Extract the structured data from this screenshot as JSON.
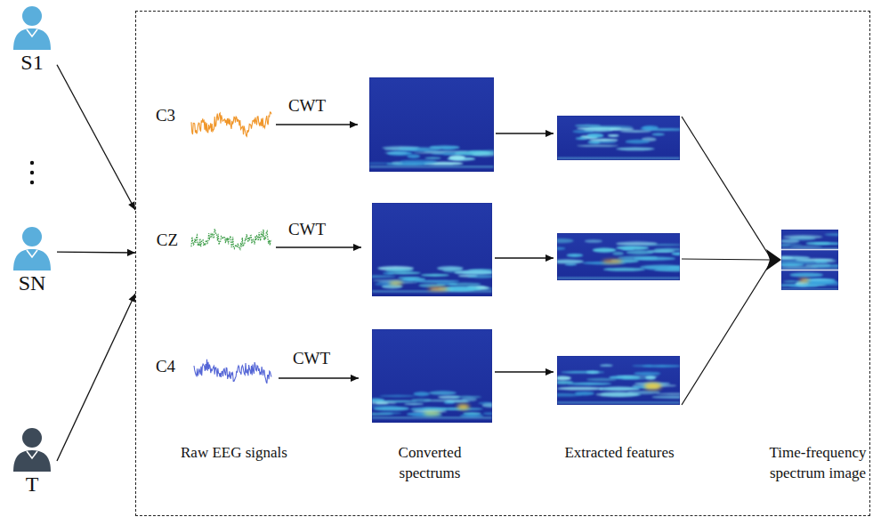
{
  "diagram": {
    "nodes": [
      {
        "text": [
          "S1"
        ]
      },
      {
        "text": [
          "SN"
        ]
      },
      {
        "text": [
          "T"
        ]
      },
      {
        "text": [
          "Raw EEG signals",
          "Converted spectrums",
          "Extracted features",
          "Time-frequency spectrum image"
        ]
      }
    ],
    "edges": [
      {
        "from": 0,
        "to": 3,
        "arrow": "to"
      },
      {
        "from": 1,
        "to": 3,
        "arrow": "to"
      },
      {
        "from": 2,
        "to": 3,
        "arrow": "to"
      }
    ],
    "labels": [
      "C3",
      "CWT",
      "CZ",
      "CWT",
      "C4",
      "CWT"
    ]
  }
}
